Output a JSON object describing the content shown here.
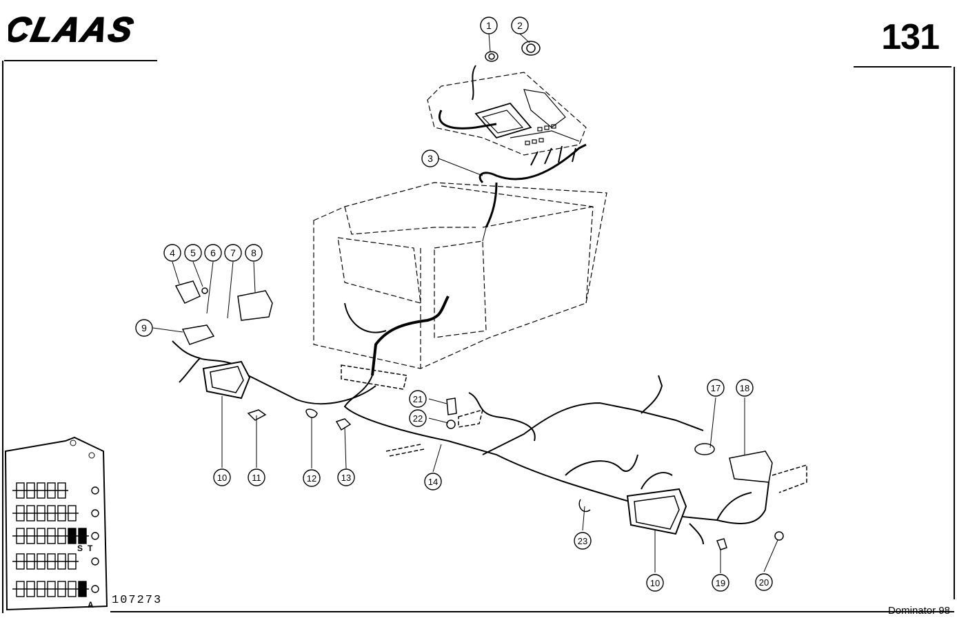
{
  "header": {
    "brand": "CLAAS",
    "page_number": "131"
  },
  "footer": {
    "drawing_number": "107273",
    "model_name": "Dominator 98"
  },
  "callouts": [
    "1",
    "2",
    "3",
    "4",
    "5",
    "6",
    "7",
    "8",
    "9",
    "10",
    "10",
    "11",
    "12",
    "13",
    "14",
    "17",
    "18",
    "19",
    "20",
    "21",
    "22",
    "23"
  ],
  "fuse_panel": {
    "labels": [
      "S",
      "T",
      "A"
    ]
  }
}
